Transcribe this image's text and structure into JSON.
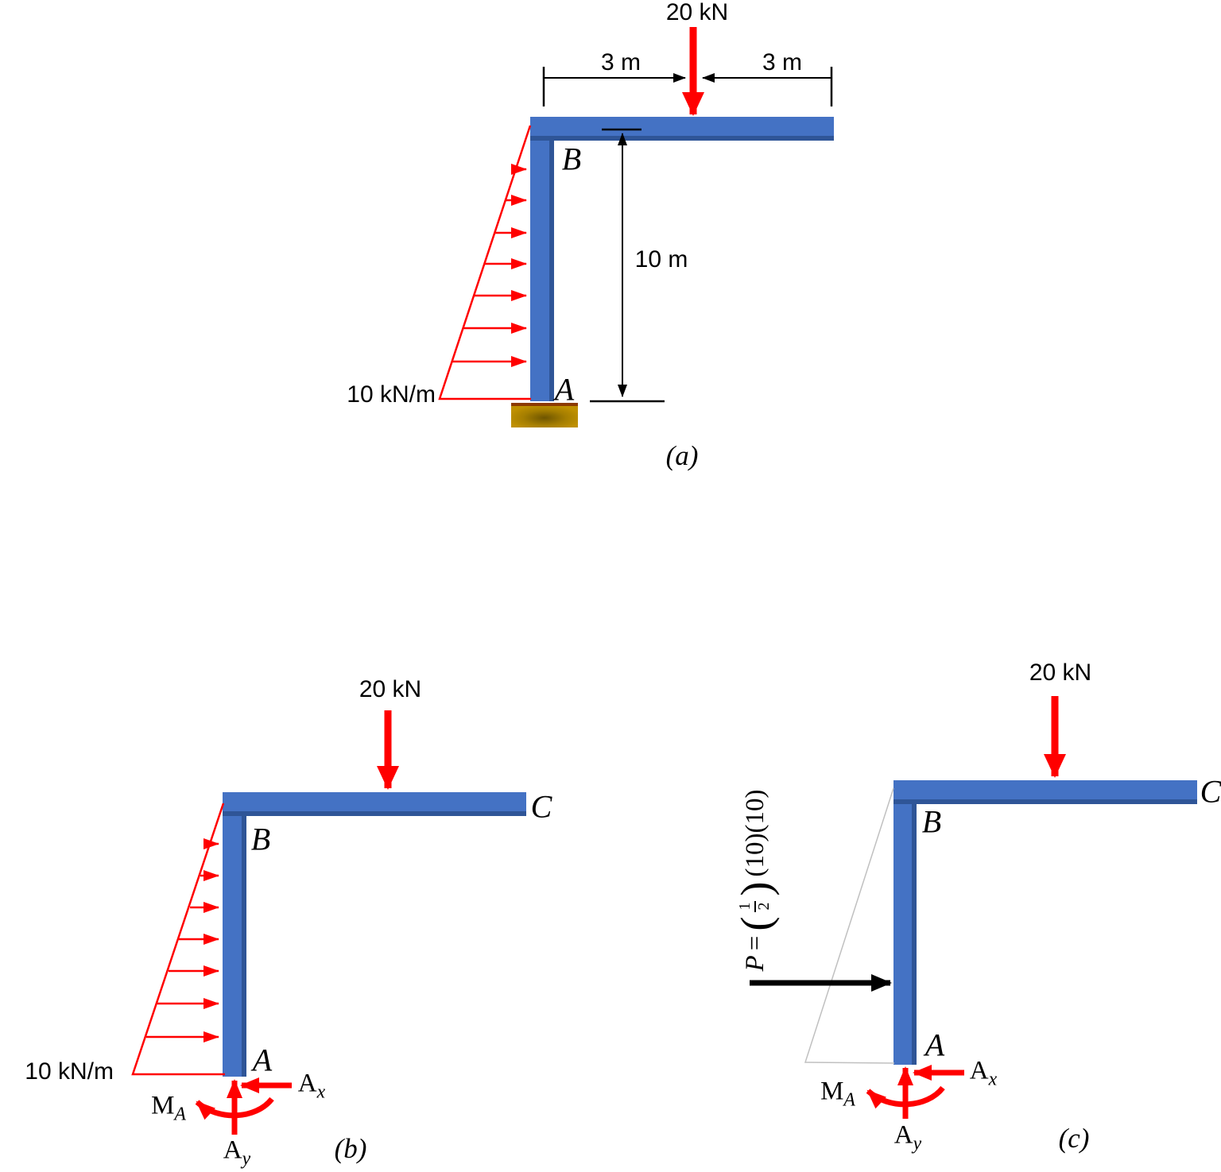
{
  "title": "Cantilever L-frame with triangular distributed load: given system and free-body diagrams",
  "colors": {
    "member_blue": "#4472C4",
    "member_edge_dark": "#2F5597",
    "load_red": "#FF0000",
    "support_gold": "#BF9000",
    "support_top_line": "#8C3A00",
    "outline_gray": "#C0C0C0",
    "black": "#000000"
  },
  "figure_a": {
    "caption": "(a)",
    "force_label": "20 kN",
    "dim_left": "3 m",
    "dim_right": "3 m",
    "dim_height": "10 m",
    "load_label": "10 kN/m",
    "node_a": "A",
    "node_b": "B"
  },
  "figure_b": {
    "caption": "(b)",
    "force_label": "20 kN",
    "load_label": "10 kN/m",
    "node_a": "A",
    "node_b": "B",
    "node_c": "C",
    "reactions": {
      "ax_main": "A",
      "ax_sub": "x",
      "ay_main": "A",
      "ay_sub": "y",
      "ma_main": "M",
      "ma_sub": "A"
    }
  },
  "figure_c": {
    "caption": "(c)",
    "force_label": "20 kN",
    "node_a": "A",
    "node_b": "B",
    "node_c": "C",
    "p_label": {
      "lead": "P",
      "equals": "=",
      "open": "(",
      "num": "1",
      "den": "2",
      "close": ")",
      "tail": "(10)(10)"
    },
    "reactions": {
      "ax_main": "A",
      "ax_sub": "x",
      "ay_main": "A",
      "ay_sub": "y",
      "ma_main": "M",
      "ma_sub": "A"
    }
  }
}
